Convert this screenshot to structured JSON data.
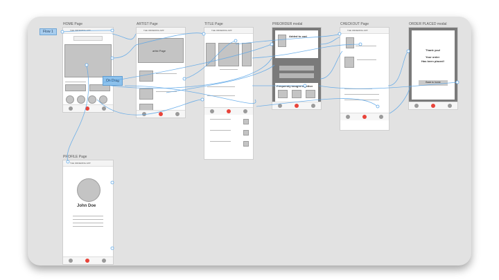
{
  "flow_badge": "Flow 1",
  "drag_badge": "On Drag",
  "app_name": "THE ORDERING APP",
  "screens": {
    "home": "HOME Page",
    "artist": "ARTIST Page",
    "title": "TITLE Page",
    "preorder": "PREORDER modal",
    "checkout": "CHECKOUT Page",
    "placed": "ORDER PLACED modal",
    "profile": "PROFILE Page"
  },
  "artist_image": "artist Page",
  "preorder_added": "Added to cart",
  "preorder_bought": "Frequently bought together",
  "placed_thanks": "Thank you!",
  "placed_msg1": "Your order",
  "placed_msg2": "Has been placed!",
  "placed_button": "Back to home",
  "profile_name": "John Doe",
  "colors": {
    "wire": "#5fa8e8",
    "accent": "#e8443a",
    "canvas": "#e2e2e2"
  }
}
